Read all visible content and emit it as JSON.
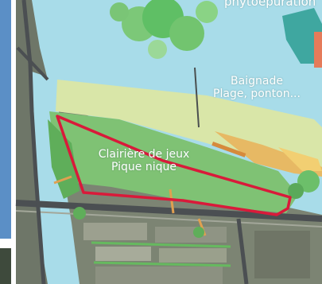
{
  "labels": {
    "top_partial": "phytoépuration",
    "baignade_title": "Baignade",
    "baignade_sub": "Plage, ponton...",
    "clairiere_title": "Clairière de jeux",
    "clairiere_sub": "Pique nique"
  },
  "colors": {
    "water": "#a8dce9",
    "grass_light": "#d9e6a8",
    "grass_green": "#7fc274",
    "tree_green": "#6cbf6a",
    "zone_outline": "#d91a3a",
    "beach": "#e7b964",
    "road": "#4b4f52",
    "urban": "#8a8f7d",
    "left_panel": "#5b8fc6"
  },
  "icons": [
    "picnic-zone-outline",
    "tree-cluster-icon",
    "beach-marker"
  ]
}
